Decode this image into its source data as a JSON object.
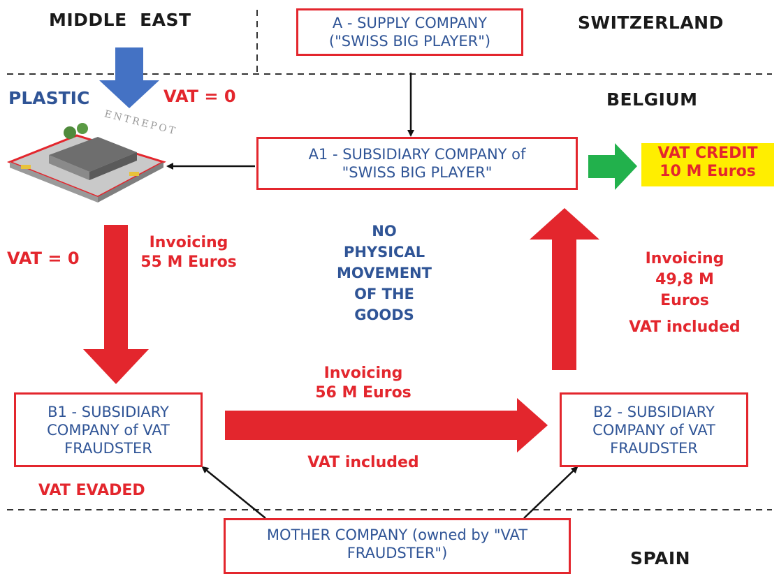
{
  "regions": {
    "middle_east": "MIDDLE  EAST",
    "switzerland": "SWITZERLAND",
    "belgium": "BELGIUM",
    "spain": "SPAIN"
  },
  "boxes": {
    "supply_company": "A - SUPPLY COMPANY\n(\"SWISS BIG PLAYER\")",
    "subsidiary_a1": "A1 - SUBSIDIARY COMPANY of\n\"SWISS BIG PLAYER\"",
    "subsidiary_b1": "B1 - SUBSIDIARY\nCOMPANY of VAT\nFRAUDSTER",
    "subsidiary_b2": "B2 - SUBSIDIARY\nCOMPANY of VAT\nFRAUDSTER",
    "mother_company": "MOTHER COMPANY (owned by \"VAT\nFRAUDSTER\")"
  },
  "labels": {
    "plastic": "PLASTIC",
    "vat_zero_top": "VAT = 0",
    "vat_zero_left": "VAT = 0",
    "invoicing_55": "Invoicing\n55 M Euros",
    "no_movement": "NO\nPHYSICAL\nMOVEMENT\nOF THE\nGOODS",
    "invoicing_49": "Invoicing\n49,8 M\nEuros",
    "vat_included_right": "VAT included",
    "invoicing_56": "Invoicing\n56 M Euros",
    "vat_included_mid": "VAT included",
    "vat_evaded": "VAT EVADED",
    "vat_credit": "VAT CREDIT\n10 M Euros",
    "warehouse_sign": "ENTREPOT"
  },
  "colors": {
    "red": "#e3262d",
    "blue_text": "#2f5496",
    "blue_arrow": "#4472c4",
    "green_arrow": "#22b14c",
    "highlight": "#ffee00"
  }
}
